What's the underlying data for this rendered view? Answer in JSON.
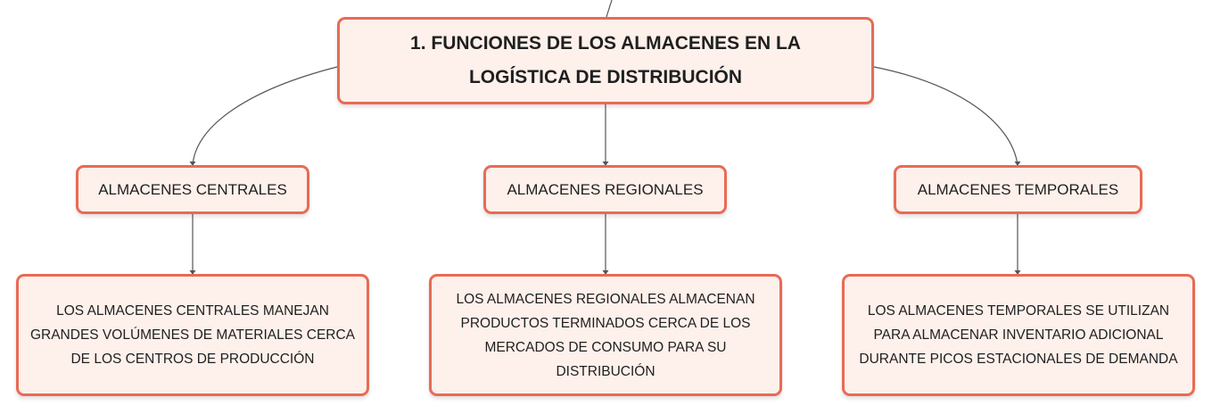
{
  "diagram": {
    "root": {
      "label": "1. FUNCIONES DE LOS ALMACENES EN LA LOGÍSTICA DE DISTRIBUCIÓN"
    },
    "categories": [
      {
        "label": "ALMACENES CENTRALES",
        "description": "LOS ALMACENES CENTRALES MANEJAN GRANDES VOLÚMENES DE MATERIALES CERCA DE LOS CENTROS DE PRODUCCIÓN"
      },
      {
        "label": "ALMACENES REGIONALES",
        "description": "LOS ALMACENES REGIONALES ALMACENAN PRODUCTOS TERMINADOS CERCA DE LOS MERCADOS DE CONSUMO PARA SU DISTRIBUCIÓN"
      },
      {
        "label": "ALMACENES TEMPORALES",
        "description": "LOS ALMACENES TEMPORALES SE UTILIZAN PARA ALMACENAR INVENTARIO ADICIONAL DURANTE PICOS ESTACIONALES DE DEMANDA"
      }
    ],
    "colors": {
      "node_border": "#e86b55",
      "node_fill": "#fef0eb",
      "connector": "#555555",
      "text": "#1f1f1f"
    }
  }
}
